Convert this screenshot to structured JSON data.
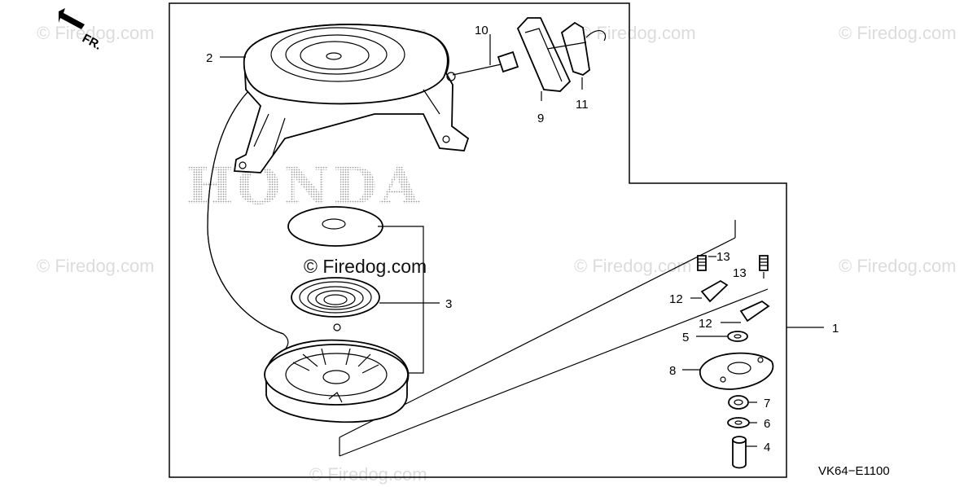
{
  "diagram": {
    "code": "VK64−E1100",
    "direction_label": "FR.",
    "brand_watermark": "HONDA",
    "center_watermark": "© Firedog.com",
    "faint_watermarks": [
      "© Firedog.com",
      "© Firedog.com",
      "© Firedog.com",
      "© Firedog.com",
      "© Firedog.com",
      "© Firedog.com",
      "© Firedog.com",
      "© Firedog.com"
    ],
    "callouts": [
      "1",
      "2",
      "3",
      "4",
      "5",
      "6",
      "7",
      "8",
      "9",
      "10",
      "11",
      "12",
      "12",
      "13",
      "13"
    ]
  }
}
